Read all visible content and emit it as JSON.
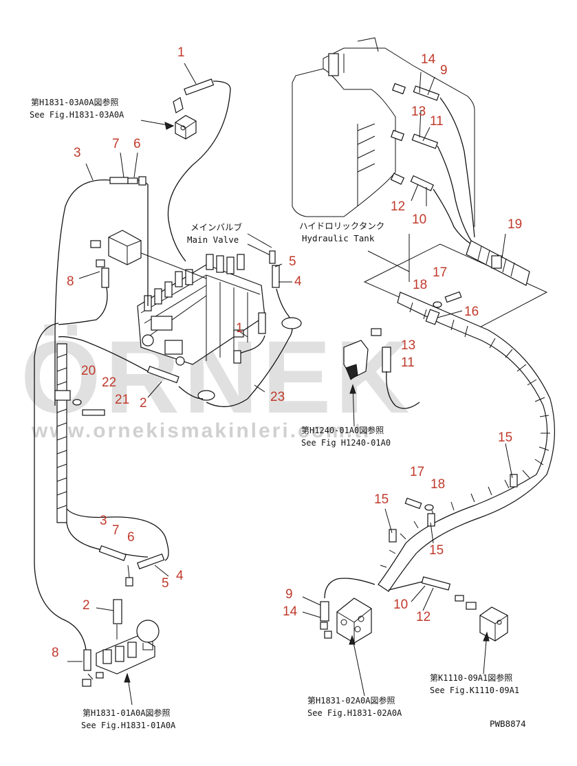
{
  "watermark": {
    "brand": "ÖRNEK",
    "url": "www.ornekismakinleri.com.tr"
  },
  "references": {
    "top_left": {
      "jp": "第H1831-03A0A図参照",
      "en": "See Fig.H1831-03A0A"
    },
    "bottom_left": {
      "jp": "第H1831-01A0A図参照",
      "en": "See Fig.H1831-01A0A"
    },
    "center": {
      "jp": "第H1240-01A0図参照",
      "en": "See Fig H1240-01A0"
    },
    "bottom_center": {
      "jp": "第H1831-02A0A図参照",
      "en": "See Fig.H1831-02A0A"
    },
    "bottom_right": {
      "jp": "第K1110-09A1図参照",
      "en": "See Fig.K1110-09A1"
    }
  },
  "labels": {
    "main_valve": {
      "jp": "メインバルブ",
      "en": "Main Valve"
    },
    "hydraulic_tank": {
      "jp": "ハイドロリックタンク",
      "en": "Hydraulic Tank"
    }
  },
  "drawing_code": "PWB8874",
  "callouts": [
    "1",
    "3",
    "7",
    "6",
    "14",
    "9",
    "13",
    "11",
    "12",
    "10",
    "19",
    "5",
    "4",
    "8",
    "17",
    "18",
    "16",
    "1",
    "13",
    "11",
    "20",
    "22",
    "21",
    "2",
    "23",
    "15",
    "17",
    "18",
    "15",
    "15",
    "3",
    "7",
    "6",
    "5",
    "4",
    "2",
    "8",
    "9",
    "14",
    "10",
    "12"
  ]
}
